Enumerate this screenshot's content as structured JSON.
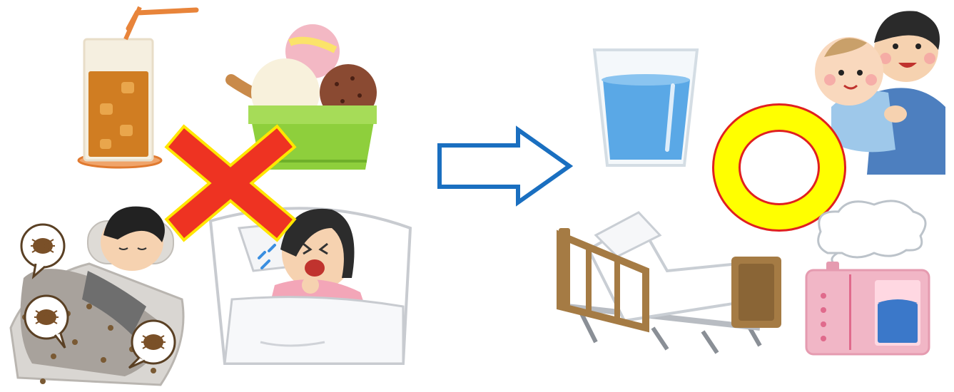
{
  "scene": {
    "left_group": {
      "items": [
        {
          "name": "iced-drink",
          "icon": "iced-tea-glass"
        },
        {
          "name": "ice-cream",
          "icon": "ice-cream-cup"
        },
        {
          "name": "dust-mite-bedding",
          "icon": "sleeping-boy-futon-mites"
        },
        {
          "name": "coughing-in-bed",
          "icon": "coughing-girl-bed"
        }
      ],
      "mark": {
        "icon": "cross-mark",
        "color": "#ee3322",
        "outline": "#ffe600"
      }
    },
    "arrow": {
      "icon": "right-arrow-outline",
      "color": "#1a6fc0"
    },
    "right_group": {
      "items": [
        {
          "name": "water-glass",
          "icon": "glass-of-water"
        },
        {
          "name": "parent-and-baby",
          "icon": "father-holding-baby"
        },
        {
          "name": "adjustable-bed",
          "icon": "care-bed"
        },
        {
          "name": "humidifier",
          "icon": "steam-humidifier"
        }
      ],
      "mark": {
        "icon": "circle-mark",
        "color": "#ffff00",
        "outline": "#e02020"
      }
    }
  }
}
